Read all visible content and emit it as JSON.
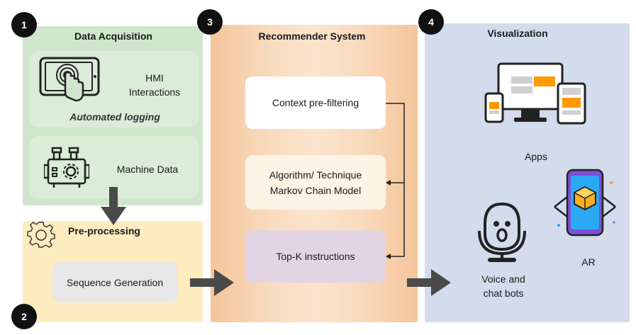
{
  "steps": {
    "s1": {
      "number": "1",
      "title": "Data Acquisition"
    },
    "s2": {
      "number": "2",
      "title": "Pre-processing"
    },
    "s3": {
      "number": "3",
      "title": "Recommender System"
    },
    "s4": {
      "number": "4",
      "title": "Visualization"
    }
  },
  "acquisition": {
    "hmi_label_line1": "HMI",
    "hmi_label_line2": "Interactions",
    "automated_logging": "Automated logging",
    "machine_data": "Machine Data"
  },
  "preprocessing": {
    "sequence_generation": "Sequence Generation"
  },
  "recommender": {
    "context_prefiltering": "Context pre-filtering",
    "algorithm_line1": "Algorithm/ Technique",
    "algorithm_line2": "Markov Chain Model",
    "topk": "Top-K  instructions"
  },
  "visualization": {
    "apps": "Apps",
    "ar": "AR",
    "voice_line1": "Voice and",
    "voice_line2": "chat bots"
  },
  "colors": {
    "acquisition_bg": "#cfe6cc",
    "preprocessing_bg": "#fdecc0",
    "recommender_bg": "#f9dcc0",
    "visualization_bg": "#d3dcec",
    "accent_orange": "#ff9900",
    "topk_bg": "#e3d4e3",
    "arrow": "#4a4a4a"
  },
  "icons": [
    "touch-tablet-icon",
    "machine-icon",
    "gear-icon",
    "devices-icon",
    "voice-assistant-icon",
    "ar-phone-icon"
  ]
}
